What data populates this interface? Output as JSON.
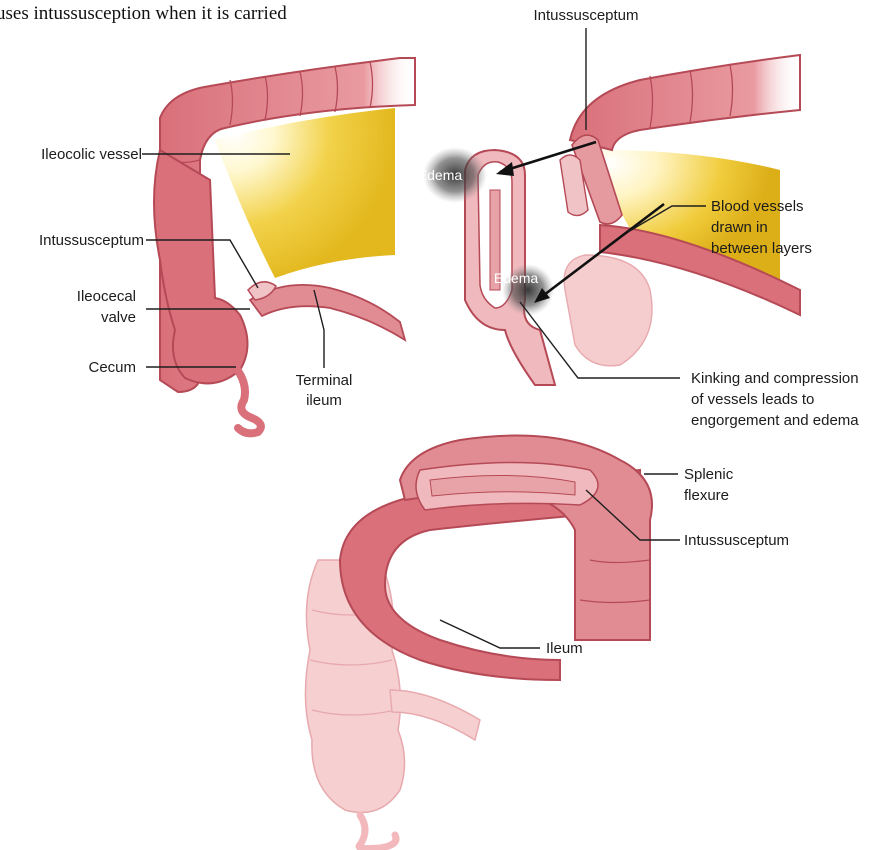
{
  "caption_fragment": "uses intussusception when it is carried",
  "panels": {
    "top_left": {
      "labels": {
        "ileocolic_vessel": "Ileocolic vessel",
        "intussusceptum": "Intussusceptum",
        "ileocecal_valve_1": "Ileocecal",
        "ileocecal_valve_2": "valve",
        "cecum": "Cecum",
        "terminal_ileum_1": "Terminal",
        "terminal_ileum_2": "ileum"
      }
    },
    "top_right": {
      "labels": {
        "intussusceptum": "Intussusceptum",
        "edema_upper": "Edema",
        "edema_lower": "Edema",
        "blood_vessels_1": "Blood vessels",
        "blood_vessels_2": "drawn in",
        "blood_vessels_3": "between layers",
        "kinking_1": "Kinking and compression",
        "kinking_2": "of vessels leads to",
        "kinking_3": "engorgement and edema"
      }
    },
    "bottom": {
      "labels": {
        "splenic_flexure_1": "Splenic",
        "splenic_flexure_2": "flexure",
        "intussusceptum": "Intussusceptum",
        "ileum": "Ileum"
      }
    }
  },
  "colors": {
    "bowel": "#d9707a",
    "bowel_dark": "#b54a56",
    "bowel_light": "#f1b9bc",
    "mesentery": "#f2d24a",
    "edema_shadow": "#4a4a4a"
  }
}
